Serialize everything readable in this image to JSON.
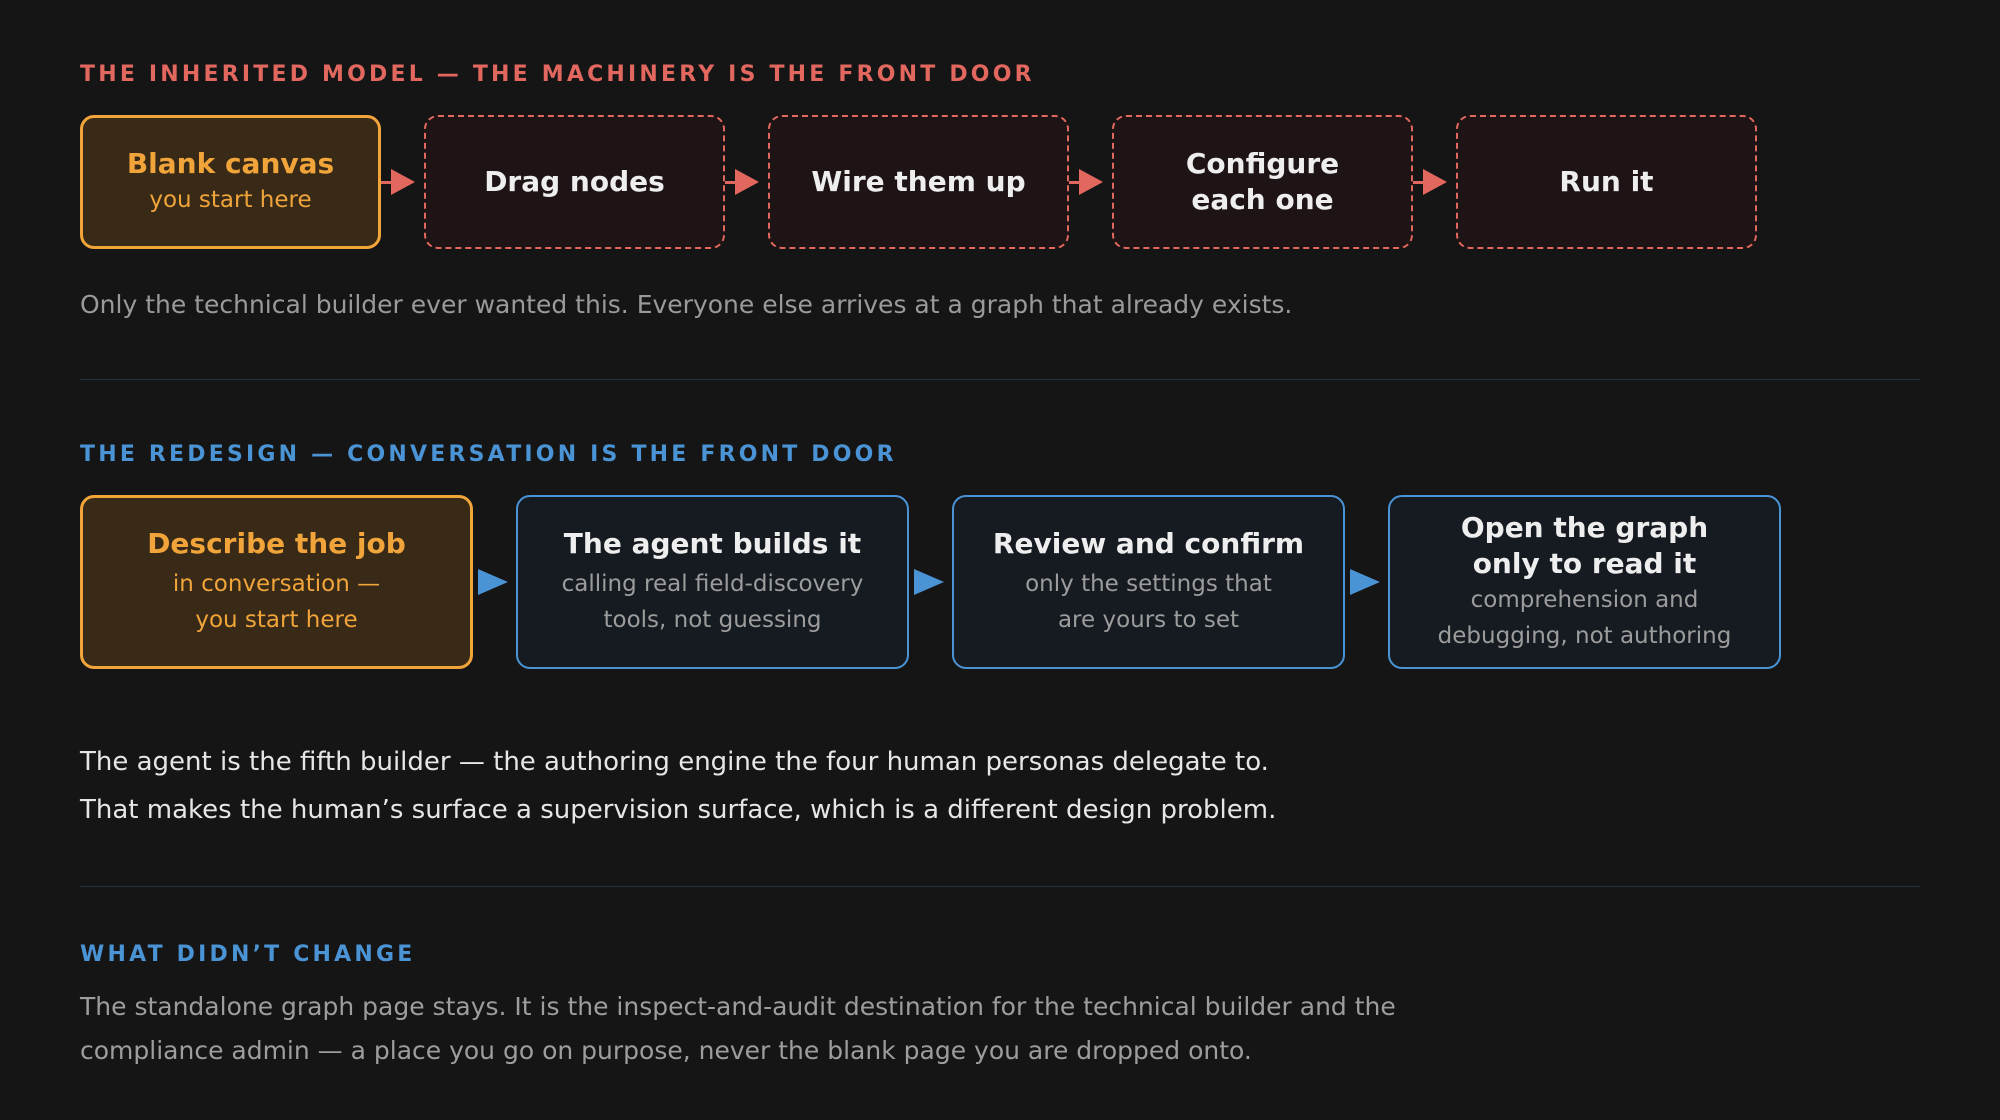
{
  "inherited": {
    "heading": "THE INHERITED MODEL — THE MACHINERY IS THE FRONT DOOR",
    "steps": [
      {
        "title": "Blank canvas",
        "subtitle": "you start here"
      },
      {
        "title": "Drag nodes"
      },
      {
        "title": "Wire them up"
      },
      {
        "title_line1": "Configure",
        "title_line2": "each one"
      },
      {
        "title": "Run it"
      }
    ],
    "caption": "Only the technical builder ever wanted this. Everyone else arrives at a graph that already exists."
  },
  "redesign": {
    "heading": "THE REDESIGN — CONVERSATION IS THE FRONT DOOR",
    "steps": [
      {
        "title": "Describe the job",
        "sub_line1": "in conversation —",
        "sub_line2": "you start here"
      },
      {
        "title": "The agent builds it",
        "sub_line1": "calling real field-discovery",
        "sub_line2": "tools, not guessing"
      },
      {
        "title": "Review and confirm",
        "sub_line1": "only the settings that",
        "sub_line2": "are yours to set"
      },
      {
        "title_line1": "Open the graph",
        "title_line2": "only to read it",
        "sub_line1": "comprehension and",
        "sub_line2": "debugging, not authoring"
      }
    ],
    "paragraph_line1": "The agent is the fifth builder — the authoring engine the four human personas delegate to.",
    "paragraph_line2": "That makes the human’s surface a supervision surface, which is a different design problem."
  },
  "unchanged": {
    "heading": "WHAT DIDN’T CHANGE",
    "line1": "The standalone graph page stays. It is the inspect-and-audit destination for the technical builder and the",
    "line2": "compliance admin — a place you go on purpose, never the blank page you are dropped onto."
  },
  "colors": {
    "background": "#151516",
    "red_accent": "#e2675e",
    "blue_accent": "#4a93d4",
    "orange_accent": "#f1a43a"
  }
}
